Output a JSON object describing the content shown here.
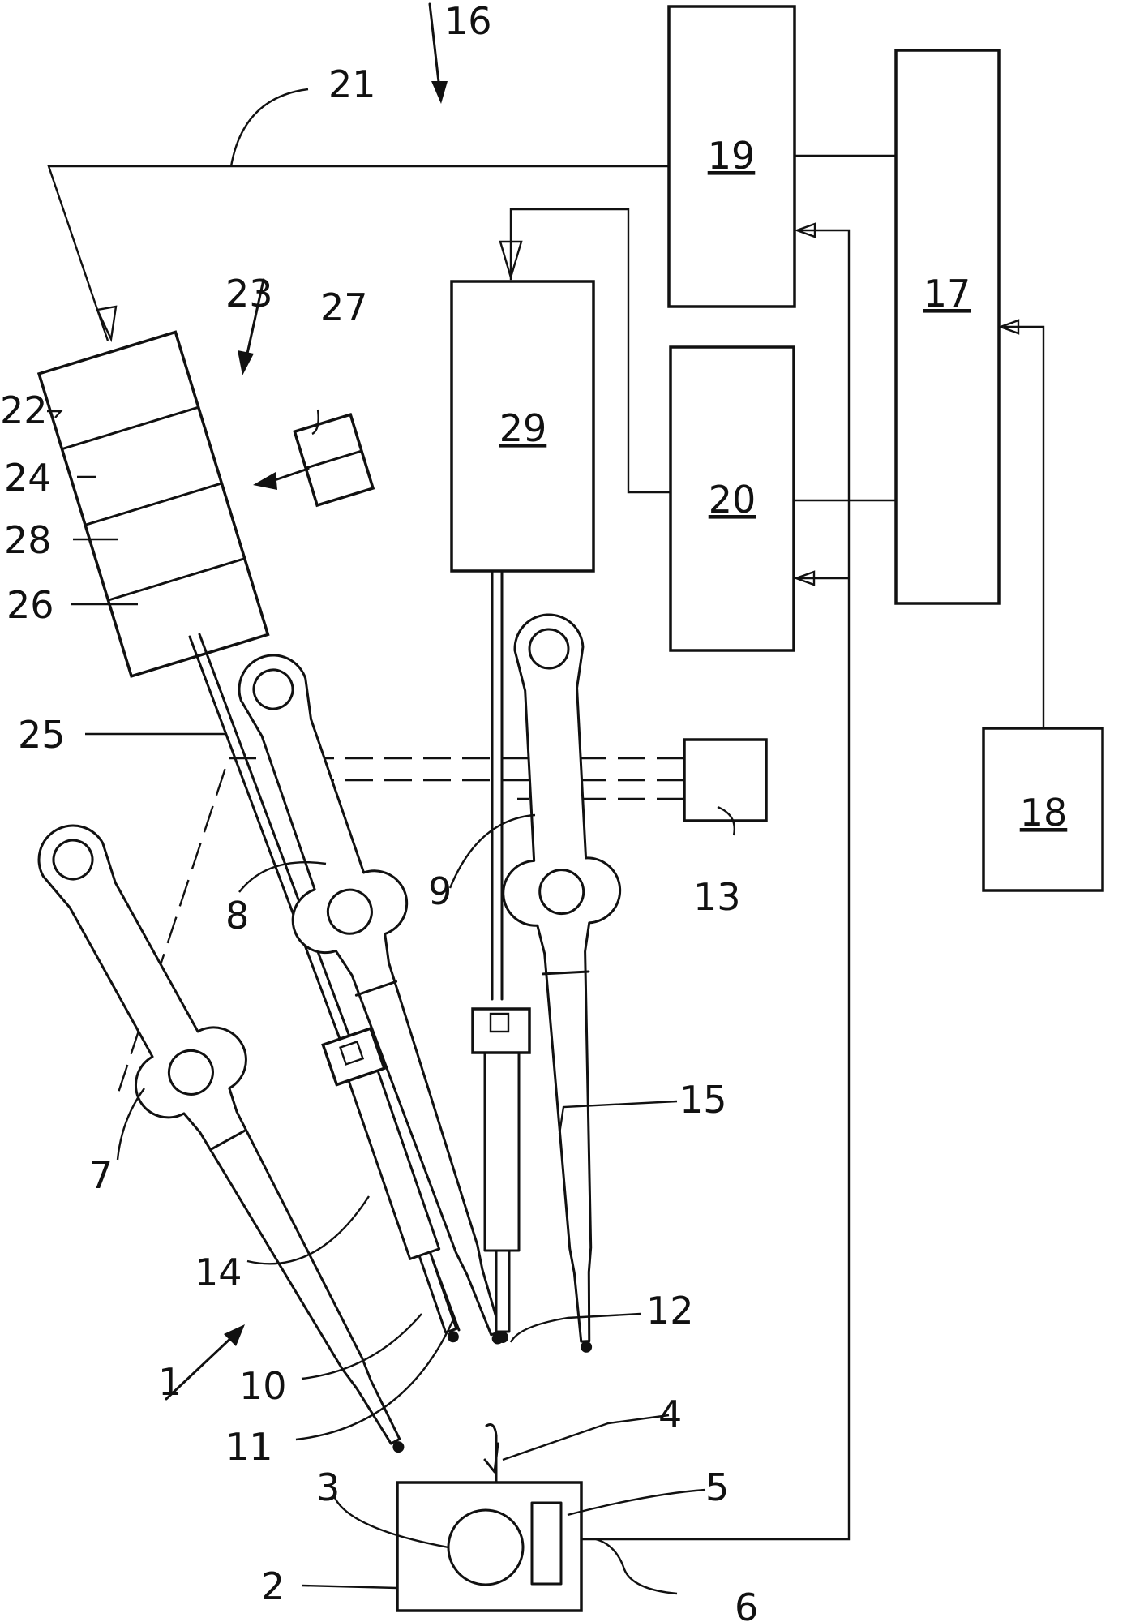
{
  "labels": {
    "l1": "1",
    "l2": "2",
    "l3": "3",
    "l4": "4",
    "l5": "5",
    "l6": "6",
    "l7": "7",
    "l8": "8",
    "l9": "9",
    "l10": "10",
    "l11": "11",
    "l12": "12",
    "l13": "13",
    "l14": "14",
    "l15": "15",
    "l16": "16",
    "l17": "17",
    "l18": "18",
    "l19": "19",
    "l20": "20",
    "l21": "21",
    "l22": "22",
    "l23": "23",
    "l24": "24",
    "l25": "25",
    "l26": "26",
    "l27": "27",
    "l28": "28",
    "l29": "29"
  }
}
